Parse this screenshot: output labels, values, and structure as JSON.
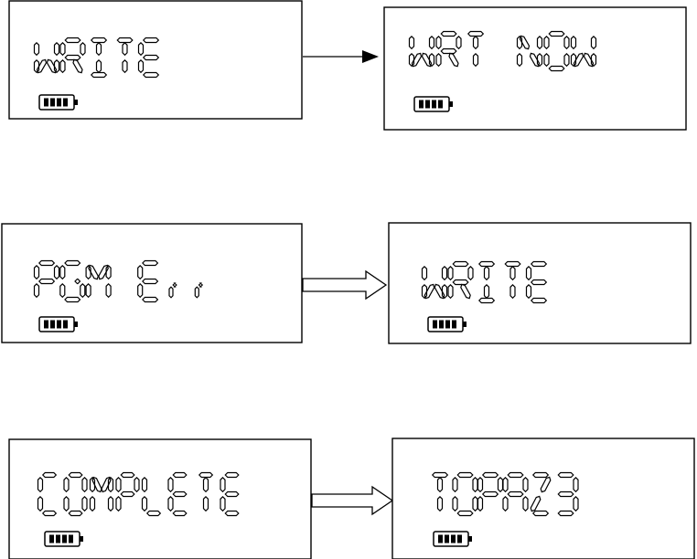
{
  "screens": [
    {
      "id": "write-1",
      "text": "WRITE",
      "battery_bars": 4
    },
    {
      "id": "wrt-now",
      "text": "WRT NOW",
      "battery_bars": 4
    },
    {
      "id": "pgm-err",
      "text": "PGM Err",
      "battery_bars": 4
    },
    {
      "id": "write-2",
      "text": "WRITE",
      "battery_bars": 4
    },
    {
      "id": "complete",
      "text": "COMPLETE",
      "battery_bars": 4
    },
    {
      "id": "topaz3",
      "text": "TOPAZ3",
      "battery_bars": 4
    }
  ],
  "transitions": [
    {
      "from": "write-1",
      "to": "wrt-now",
      "style": "line-arrow"
    },
    {
      "from": "pgm-err",
      "to": "write-2",
      "style": "block-arrow"
    },
    {
      "from": "complete",
      "to": "topaz3",
      "style": "block-arrow"
    }
  ]
}
